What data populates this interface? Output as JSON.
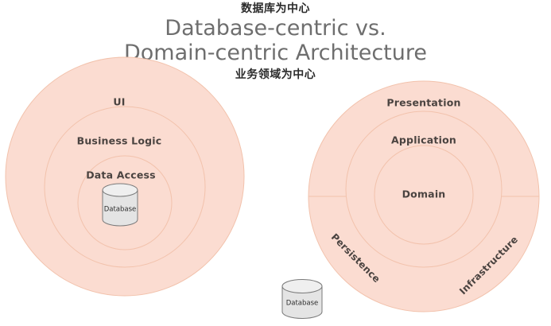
{
  "title": {
    "caption_top": "数据库为中心",
    "caption_bottom": "业务领域为中心",
    "line1": "Database-centric vs.",
    "line2": "Domain-centric Architecture"
  },
  "colors": {
    "ring_fill": "#fbdcd1",
    "ring_stroke": "#f2c2ac",
    "label_text": "#4a4340",
    "title_text": "#6e6e6e",
    "caption_text": "#2b2b2b",
    "cylinder_fill": "#e4e4e4",
    "cylinder_stroke": "#7a7a7a",
    "background": "#ffffff"
  },
  "left_diagram": {
    "name": "database-centric",
    "rings": [
      {
        "label": "UI"
      },
      {
        "label": "Business Logic"
      },
      {
        "label": "Data Access"
      }
    ],
    "cylinder": {
      "label": "Database"
    }
  },
  "right_diagram": {
    "name": "domain-centric",
    "rings": [
      {
        "label": "Presentation"
      },
      {
        "label": "Application"
      },
      {
        "label": "Domain"
      }
    ],
    "sectors": [
      {
        "label": "Persistence"
      },
      {
        "label": "Infrastructure"
      }
    ],
    "cylinder": {
      "label": "Database"
    }
  }
}
